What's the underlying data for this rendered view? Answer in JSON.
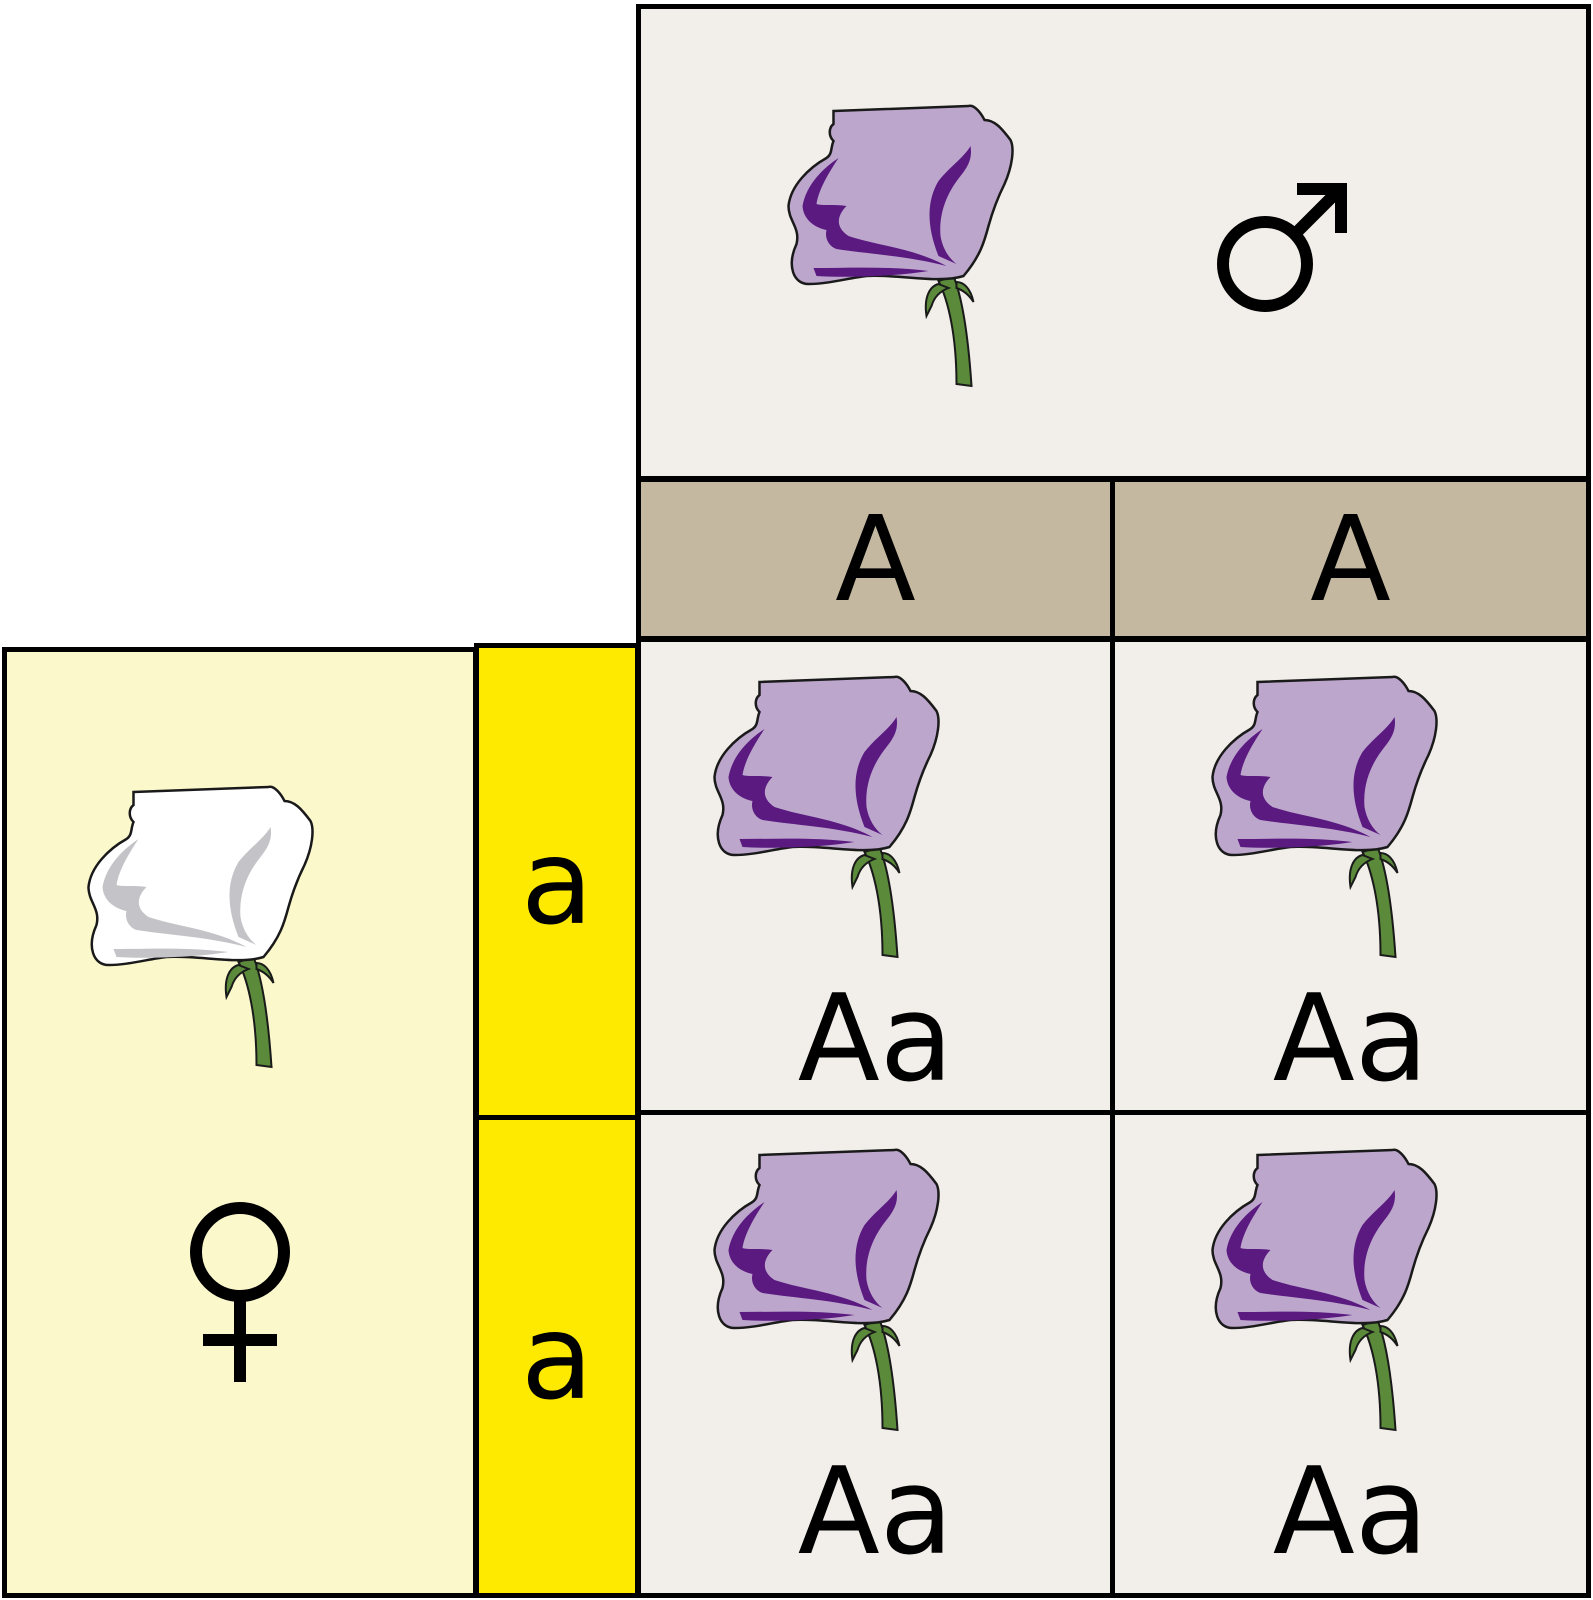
{
  "parents": {
    "male": {
      "symbol_icon": "male-symbol-icon",
      "flower_icon": "purple-flower-icon",
      "flower_color": "#bca6cc"
    },
    "female": {
      "symbol_icon": "female-symbol-icon",
      "flower_icon": "white-flower-icon",
      "flower_color": "#ffffff"
    }
  },
  "alleles": {
    "male": [
      "A",
      "A"
    ],
    "female": [
      "a",
      "a"
    ]
  },
  "offspring": [
    {
      "genotype": "Aa",
      "flower_icon": "purple-flower-icon"
    },
    {
      "genotype": "Aa",
      "flower_icon": "purple-flower-icon"
    },
    {
      "genotype": "Aa",
      "flower_icon": "purple-flower-icon"
    },
    {
      "genotype": "Aa",
      "flower_icon": "purple-flower-icon"
    }
  ],
  "colors": {
    "purple_petal": "#bca6cc",
    "purple_dark": "#5a1a80",
    "stem_green": "#5a8a3a",
    "white_shadow": "#c4c4c8",
    "male_allele_bg": "#c4b8a0",
    "female_allele_bg": "#fdea00",
    "female_panel_bg": "#fbf8cc",
    "cell_bg": "#f2efea"
  }
}
